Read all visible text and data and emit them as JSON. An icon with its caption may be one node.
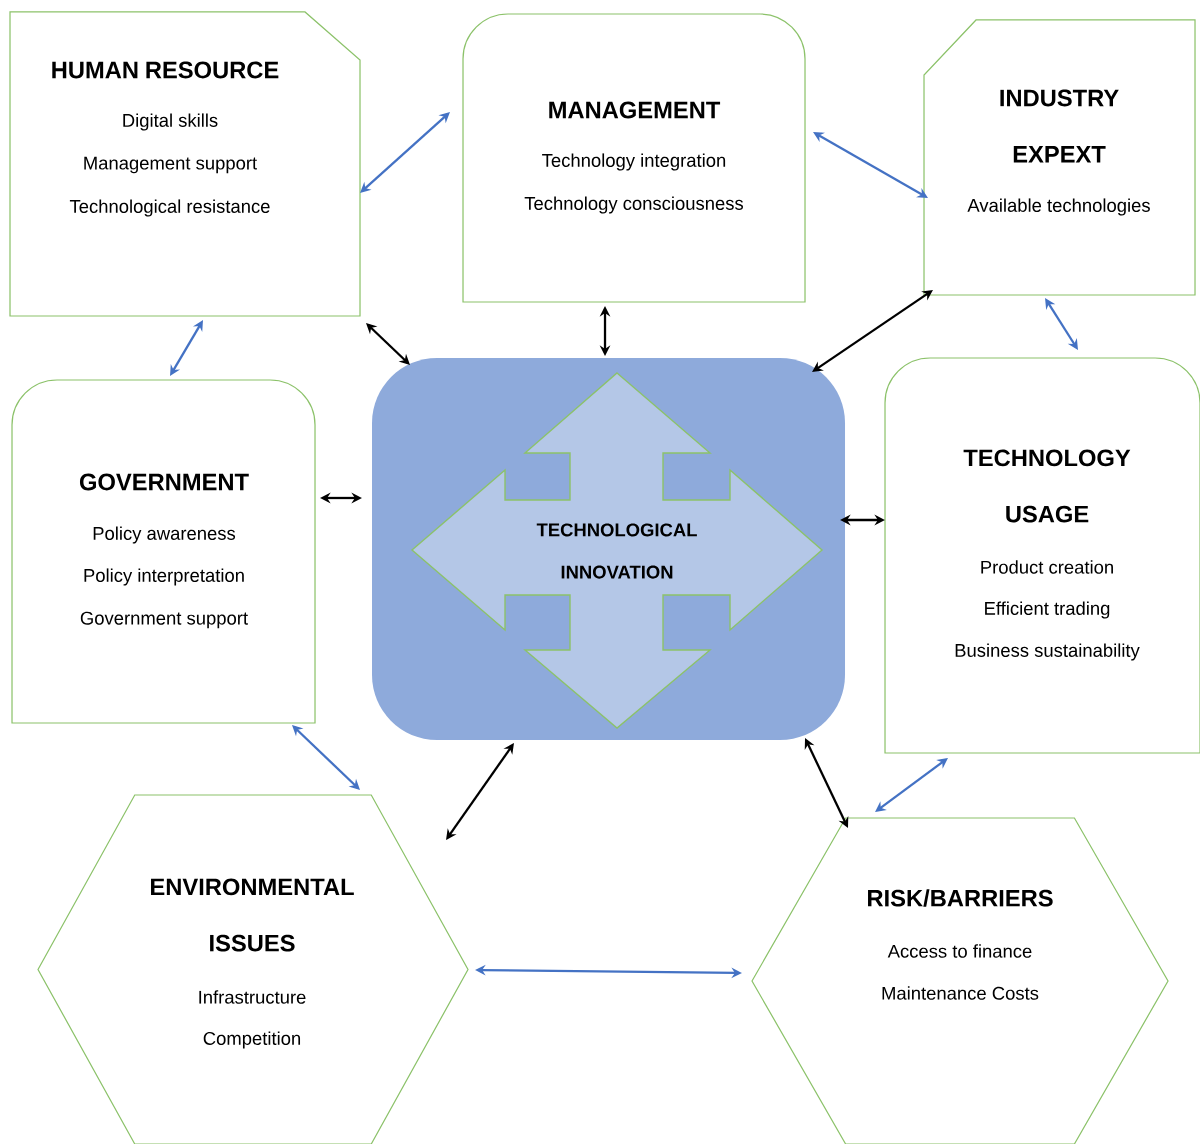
{
  "diagram": {
    "nodes": [
      {
        "text": [
          "HUMAN RESOURCE",
          "Digital skills",
          "Management support",
          "Technological resistance"
        ]
      },
      {
        "text": [
          "MANAGEMENT",
          "Technology integration",
          "Technology consciousness"
        ]
      },
      {
        "text": [
          "INDUSTRY EXPEXT",
          "Available technologies"
        ]
      },
      {
        "text": [
          "GOVERNMENT",
          "Policy awareness",
          "Policy interpretation",
          "Government support"
        ]
      },
      {
        "text": [
          "TECHNOLOGICAL INNOVATION"
        ]
      },
      {
        "text": [
          "TECHNOLOGY USAGE",
          "Product creation",
          "Efficient trading",
          "Business sustainability"
        ]
      },
      {
        "text": [
          "ENVIRONMENTAL ISSUES",
          "Infrastructure",
          "Competition"
        ]
      },
      {
        "text": [
          "RISK/BARRIERS",
          "Access to finance",
          "Maintenance Costs"
        ]
      }
    ],
    "edges": [
      {
        "from": 0,
        "to": 1,
        "arrow": "both",
        "color": "#4472c4"
      },
      {
        "from": 1,
        "to": 2,
        "arrow": "both",
        "color": "#4472c4"
      },
      {
        "from": 0,
        "to": 3,
        "arrow": "both",
        "color": "#4472c4"
      },
      {
        "from": 2,
        "to": 5,
        "arrow": "both",
        "color": "#4472c4"
      },
      {
        "from": 3,
        "to": 6,
        "arrow": "both",
        "color": "#4472c4"
      },
      {
        "from": 6,
        "to": 7,
        "arrow": "both",
        "color": "#4472c4"
      },
      {
        "from": 5,
        "to": 7,
        "arrow": "both",
        "color": "#4472c4"
      },
      {
        "from": 0,
        "to": 4,
        "arrow": "both",
        "color": "#000000"
      },
      {
        "from": 1,
        "to": 4,
        "arrow": "both",
        "color": "#000000"
      },
      {
        "from": 2,
        "to": 4,
        "arrow": "both",
        "color": "#000000"
      },
      {
        "from": 3,
        "to": 4,
        "arrow": "both",
        "color": "#000000"
      },
      {
        "from": 4,
        "to": 5,
        "arrow": "both",
        "color": "#000000"
      },
      {
        "from": 6,
        "to": 4,
        "arrow": "both",
        "color": "#000000"
      },
      {
        "from": 4,
        "to": 7,
        "arrow": "both",
        "color": "#000000"
      }
    ]
  }
}
